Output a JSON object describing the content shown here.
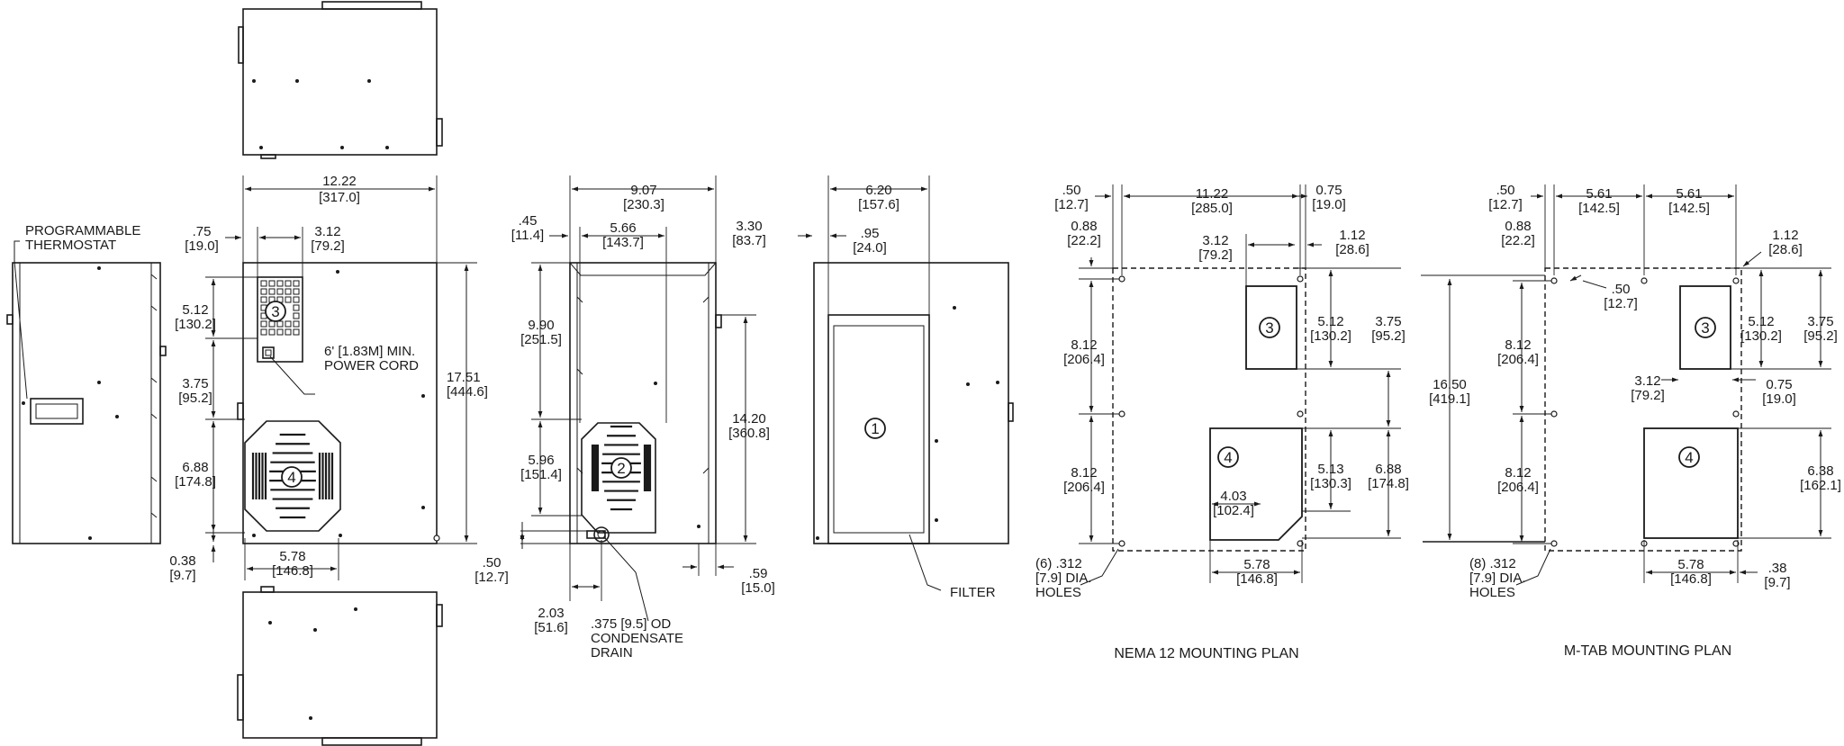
{
  "colors": {
    "line": "#1a1a1a",
    "background": "#ffffff"
  },
  "dimensions": {
    "overall_width": {
      "in": "12.22",
      "mm": "[317.0]"
    },
    "thermostat_offset": {
      "in": ".75",
      "mm": "[19.0]"
    },
    "thermostat_width": {
      "in": "3.12",
      "mm": "[79.2]"
    },
    "item3_height": {
      "in": "5.12",
      "mm": "[130.2]"
    },
    "item3_gap": {
      "in": "3.75",
      "mm": "[95.2]"
    },
    "item4_height": {
      "in": "6.88",
      "mm": "[174.8]"
    },
    "bottom_offset": {
      "in": "0.38",
      "mm": "[9.7]"
    },
    "item4_width": {
      "in": "5.78",
      "mm": "[146.8]"
    },
    "overall_height": {
      "in": "17.51",
      "mm": "[444.6]"
    },
    "side_top_offset": {
      "in": ".45",
      "mm": "[11.4]"
    },
    "side_width": {
      "in": "9.07",
      "mm": "[230.3]"
    },
    "side_item_width": {
      "in": "5.66",
      "mm": "[143.7]"
    },
    "side_depth": {
      "in": "3.30",
      "mm": "[83.7]"
    },
    "side_upper": {
      "in": "9.90",
      "mm": "[251.5]"
    },
    "side_lower": {
      "in": "5.96",
      "mm": "[151.4]"
    },
    "side_bottom": {
      "in": ".50",
      "mm": "[12.7]"
    },
    "side_height": {
      "in": "14.20",
      "mm": "[360.8]"
    },
    "side_foot": {
      "in": ".59",
      "mm": "[15.0]"
    },
    "drain_offset": {
      "in": "2.03",
      "mm": "[51.6]"
    },
    "rear_width": {
      "in": "6.20",
      "mm": "[157.6]"
    },
    "rear_offset": {
      "in": ".95",
      "mm": "[24.0]"
    },
    "nema_left": {
      "in": ".50",
      "mm": "[12.7]"
    },
    "nema_left2": {
      "in": "0.88",
      "mm": "[22.2]"
    },
    "nema_width": {
      "in": "11.22",
      "mm": "[285.0]"
    },
    "nema_right": {
      "in": "0.75",
      "mm": "[19.0]"
    },
    "nema_right2": {
      "in": "1.12",
      "mm": "[28.6]"
    },
    "nema_item3_width": {
      "in": "3.12",
      "mm": "[79.2]"
    },
    "nema_item3_height": {
      "in": "5.12",
      "mm": "[130.2]"
    },
    "nema_gap": {
      "in": "3.75",
      "mm": "[95.2]"
    },
    "nema_upper": {
      "in": "8.12",
      "mm": "[206.4]"
    },
    "nema_lower": {
      "in": "8.12",
      "mm": "[206.4]"
    },
    "nema_item4_height": {
      "in": "5.13",
      "mm": "[130.3]"
    },
    "nema_item4_total": {
      "in": "6.88",
      "mm": "[174.8]"
    },
    "nema_notch": {
      "in": "4.03",
      "mm": "[102.4]"
    },
    "nema_item4_width": {
      "in": "5.78",
      "mm": "[146.8]"
    },
    "mtab_left": {
      "in": ".50",
      "mm": "[12.7]"
    },
    "mtab_left2": {
      "in": "0.88",
      "mm": "[22.2]"
    },
    "mtab_half1": {
      "in": "5.61",
      "mm": "[142.5]"
    },
    "mtab_half2": {
      "in": "5.61",
      "mm": "[142.5]"
    },
    "mtab_right": {
      "in": "1.12",
      "mm": "[28.6]"
    },
    "mtab_inner": {
      "in": ".50",
      "mm": "[12.7]"
    },
    "mtab_height": {
      "in": "16.50",
      "mm": "[419.1]"
    },
    "mtab_upper": {
      "in": "8.12",
      "mm": "[206.4]"
    },
    "mtab_lower": {
      "in": "8.12",
      "mm": "[206.4]"
    },
    "mtab_item3_height": {
      "in": "5.12",
      "mm": "[130.2]"
    },
    "mtab_gap": {
      "in": "3.75",
      "mm": "[95.2]"
    },
    "mtab_item3_width": {
      "in": "3.12",
      "mm": "[79.2]"
    },
    "mtab_right3": {
      "in": "0.75",
      "mm": "[19.0]"
    },
    "mtab_item4_height": {
      "in": "6.38",
      "mm": "[162.1]"
    },
    "mtab_item4_width": {
      "in": "5.78",
      "mm": "[146.8]"
    },
    "mtab_bottom": {
      "in": ".38",
      "mm": "[9.7]"
    }
  },
  "labels": {
    "thermostat_line1": "PROGRAMMABLE",
    "thermostat_line2": "THERMOSTAT",
    "cord_line1": "6' [1.83M] MIN.",
    "cord_line2": "POWER CORD",
    "drain_line1": ".375 [9.5] OD",
    "drain_line2": "CONDENSATE",
    "drain_line3": "DRAIN",
    "filter": "FILTER",
    "nema_holes_line1": "(6) .312",
    "nema_holes_line2": "[7.9] DIA.",
    "nema_holes_line3": "HOLES",
    "mtab_holes_line1": "(8) .312",
    "mtab_holes_line2": "[7.9] DIA.",
    "mtab_holes_line3": "HOLES",
    "nema_caption": "NEMA 12 MOUNTING PLAN",
    "mtab_caption": "M-TAB MOUNTING PLAN"
  },
  "balloons": {
    "b1": "1",
    "b2": "2",
    "b3": "3",
    "b4": "4"
  }
}
